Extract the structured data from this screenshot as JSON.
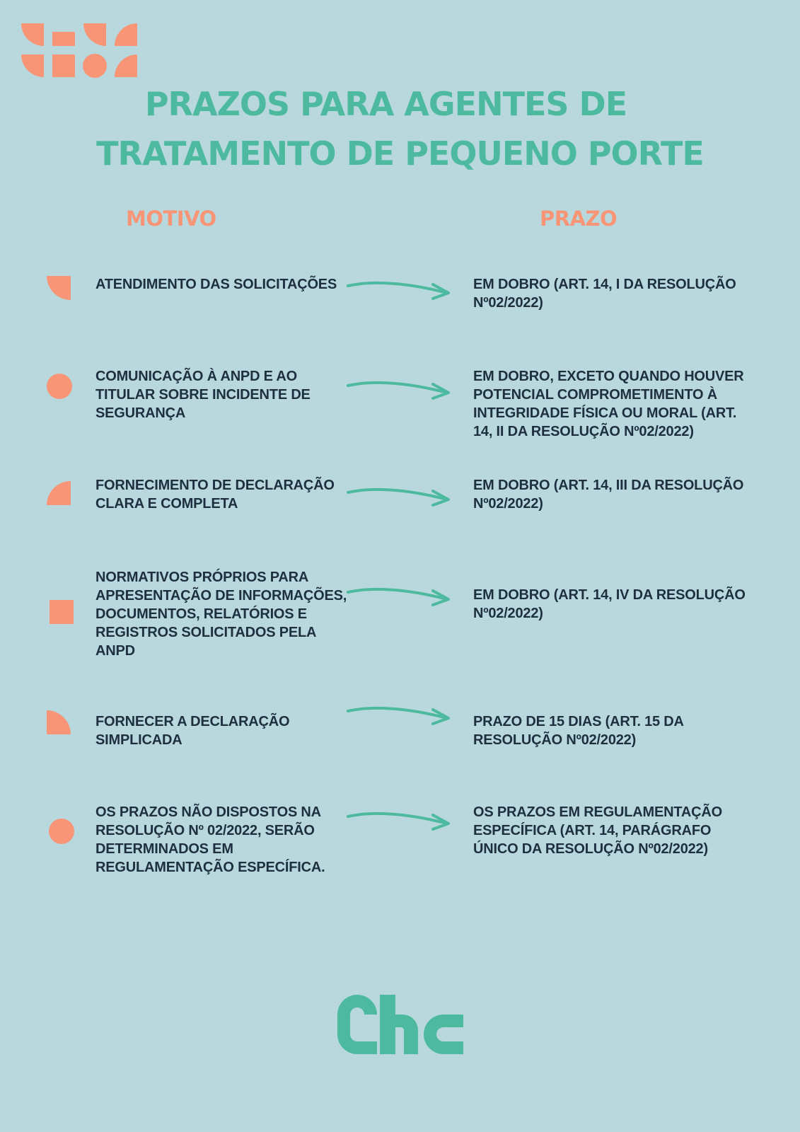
{
  "title": {
    "line1": "PRAZOS PARA AGENTES DE",
    "line2": "TRATAMENTO DE PEQUENO PORTE"
  },
  "columns": {
    "motivo": "MOTIVO",
    "prazo": "PRAZO"
  },
  "colors": {
    "background": "#b8d8dd",
    "title_teal": "#4dba9f",
    "accent_coral": "#f79576",
    "text_dark": "#1e2f40"
  },
  "rows": [
    {
      "icon": "quarter-circle-icon",
      "motivo": "ATENDIMENTO DAS SOLICITAÇÕES",
      "prazo": "EM DOBRO (ART. 14, I DA RESOLUÇÃO\nNº02/2022)"
    },
    {
      "icon": "circle-icon",
      "motivo": "COMUNICAÇÃO À ANPD E AO\nTITULAR SOBRE INCIDENTE DE\nSEGURANÇA",
      "prazo": "EM DOBRO, EXCETO QUANDO HOUVER\nPOTENCIAL COMPROMETIMENTO À\nINTEGRIDADE FÍSICA OU MORAL (ART.\n14, II DA RESOLUÇÃO Nº02/2022)"
    },
    {
      "icon": "quarter-circle-icon",
      "motivo": "FORNECIMENTO DE DECLARAÇÃO\nCLARA E COMPLETA",
      "prazo": "EM DOBRO (ART. 14, III DA RESOLUÇÃO\nNº02/2022)"
    },
    {
      "icon": "square-icon",
      "motivo": "NORMATIVOS PRÓPRIOS PARA\nAPRESENTAÇÃO DE INFORMAÇÕES,\nDOCUMENTOS, RELATÓRIOS E\nREGISTROS SOLICITADOS PELA\nANPD",
      "prazo": "EM DOBRO (ART. 14, IV DA RESOLUÇÃO\nNº02/2022)"
    },
    {
      "icon": "quarter-circle-icon",
      "motivo": "FORNECER A DECLARAÇÃO\nSIMPLICADA",
      "prazo": "PRAZO DE 15 DIAS (ART. 15 DA\nRESOLUÇÃO Nº02/2022)"
    },
    {
      "icon": "circle-icon",
      "motivo": "OS PRAZOS NÃO DISPOSTOS NA\nRESOLUÇÃO Nº 02/2022, SERÃO\nDETERMINADOS EM\nREGULAMENTAÇÃO ESPECÍFICA.",
      "prazo": "OS PRAZOS EM REGULAMENTAÇÃO\nESPECÍFICA (ART. 14, PARÁGRAFO\nÚNICO DA RESOLUÇÃO Nº02/2022)"
    }
  ],
  "brand": {
    "logo_text": "chc",
    "icon": "chc-logo-icon"
  },
  "decoration": {
    "icon": "geometric-shapes-logo-icon"
  }
}
